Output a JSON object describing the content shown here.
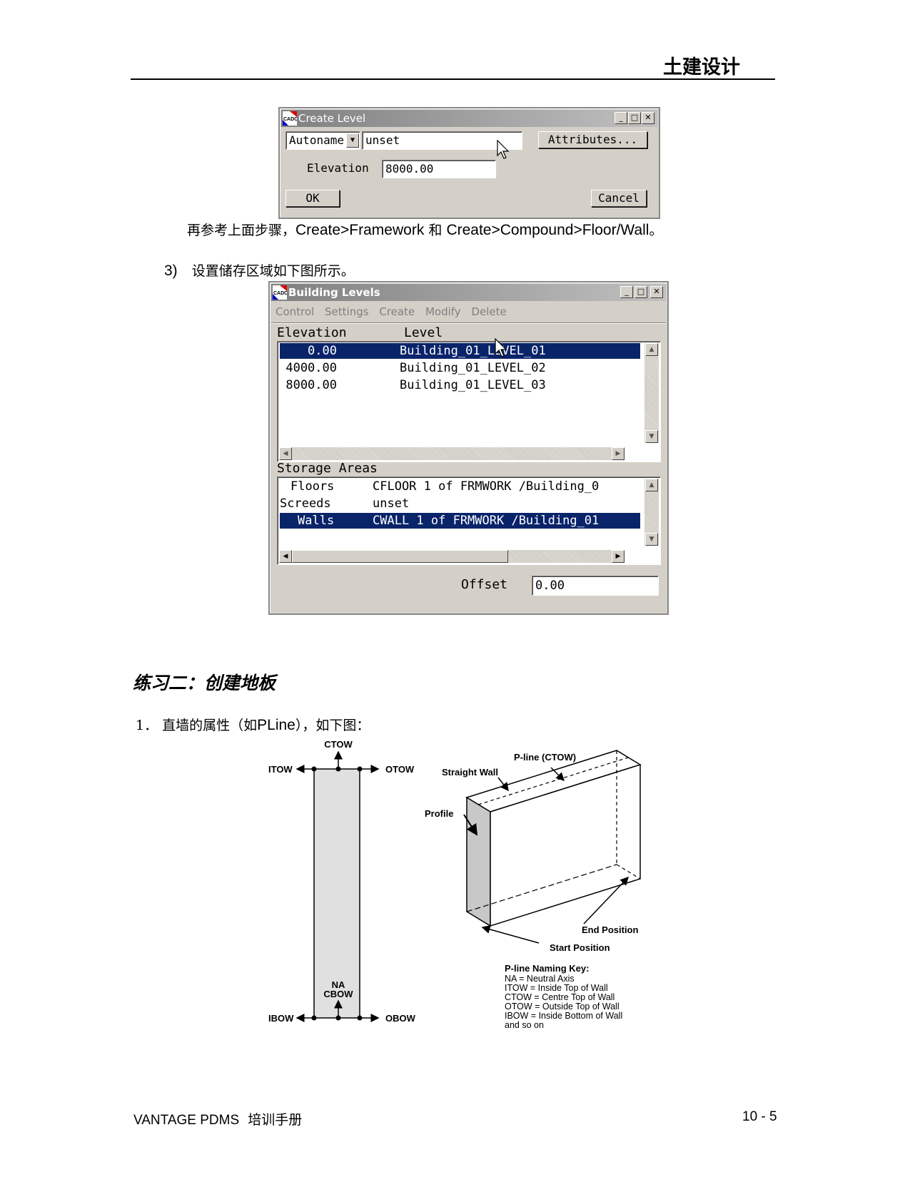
{
  "header": {
    "title": "土建设计"
  },
  "create_level": {
    "title": "Create Level",
    "autoname_value": "Autoname",
    "name_value": "unset",
    "attributes_label": "Attributes...",
    "elevation_label": "Elevation",
    "elevation_value": "8000.00",
    "ok_label": "OK",
    "cancel_label": "Cancel"
  },
  "para1": {
    "prefix": "再参考上面步骤，",
    "step1": "Create>Framework",
    "and": "和",
    "step2": "Create>Compound>Floor/Wall",
    "suffix": "。"
  },
  "step3": {
    "number": "3)",
    "text": "设置储存区域如下图所示。"
  },
  "building_levels": {
    "title": "Building Levels",
    "menu": [
      "Control",
      "Settings",
      "Create",
      "Modify",
      "Delete"
    ],
    "col_elevation": "Elevation",
    "col_level": "Level",
    "rows": [
      {
        "elevation": "0.00",
        "level": "Building_01_LEVEL_01"
      },
      {
        "elevation": "4000.00",
        "level": "Building_01_LEVEL_02"
      },
      {
        "elevation": "8000.00",
        "level": "Building_01_LEVEL_03"
      }
    ],
    "storage_label": "Storage Areas",
    "storage_rows": [
      {
        "type": "Floors",
        "value": "CFLOOR 1 of FRMWORK /Building_0"
      },
      {
        "type": "Screeds",
        "value": "unset"
      },
      {
        "type": "Walls",
        "value": "CWALL 1 of FRMWORK /Building_01"
      }
    ],
    "offset_label": "Offset",
    "offset_value": "0.00"
  },
  "section2": {
    "title": "练习二：创建地板"
  },
  "item1": {
    "number": "1．",
    "prefix": "直墙的属性（如",
    "term": "PLine",
    "suffix": "），如下图："
  },
  "diagram": {
    "ctow": "CTOW",
    "itow": "ITOW",
    "otow": "OTOW",
    "na": "NA",
    "cbow": "CBOW",
    "ibow": "IBOW",
    "obow": "OBOW",
    "pline_ctow": "P-line (CTOW)",
    "straight_wall": "Straight Wall",
    "profile": "Profile",
    "end_position": "End Position",
    "start_position": "Start Position",
    "key_title": "P-line Naming Key:",
    "key_lines": [
      "NA = Neutral Axis",
      "ITOW = Inside Top of Wall",
      "CTOW = Centre Top of Wall",
      "OTOW = Outside Top of Wall",
      "IBOW = Inside Bottom of Wall",
      "and so on"
    ]
  },
  "footer": {
    "left": "VANTAGE PDMS",
    "left_cn": "培训手册",
    "page": "10 - 5"
  }
}
